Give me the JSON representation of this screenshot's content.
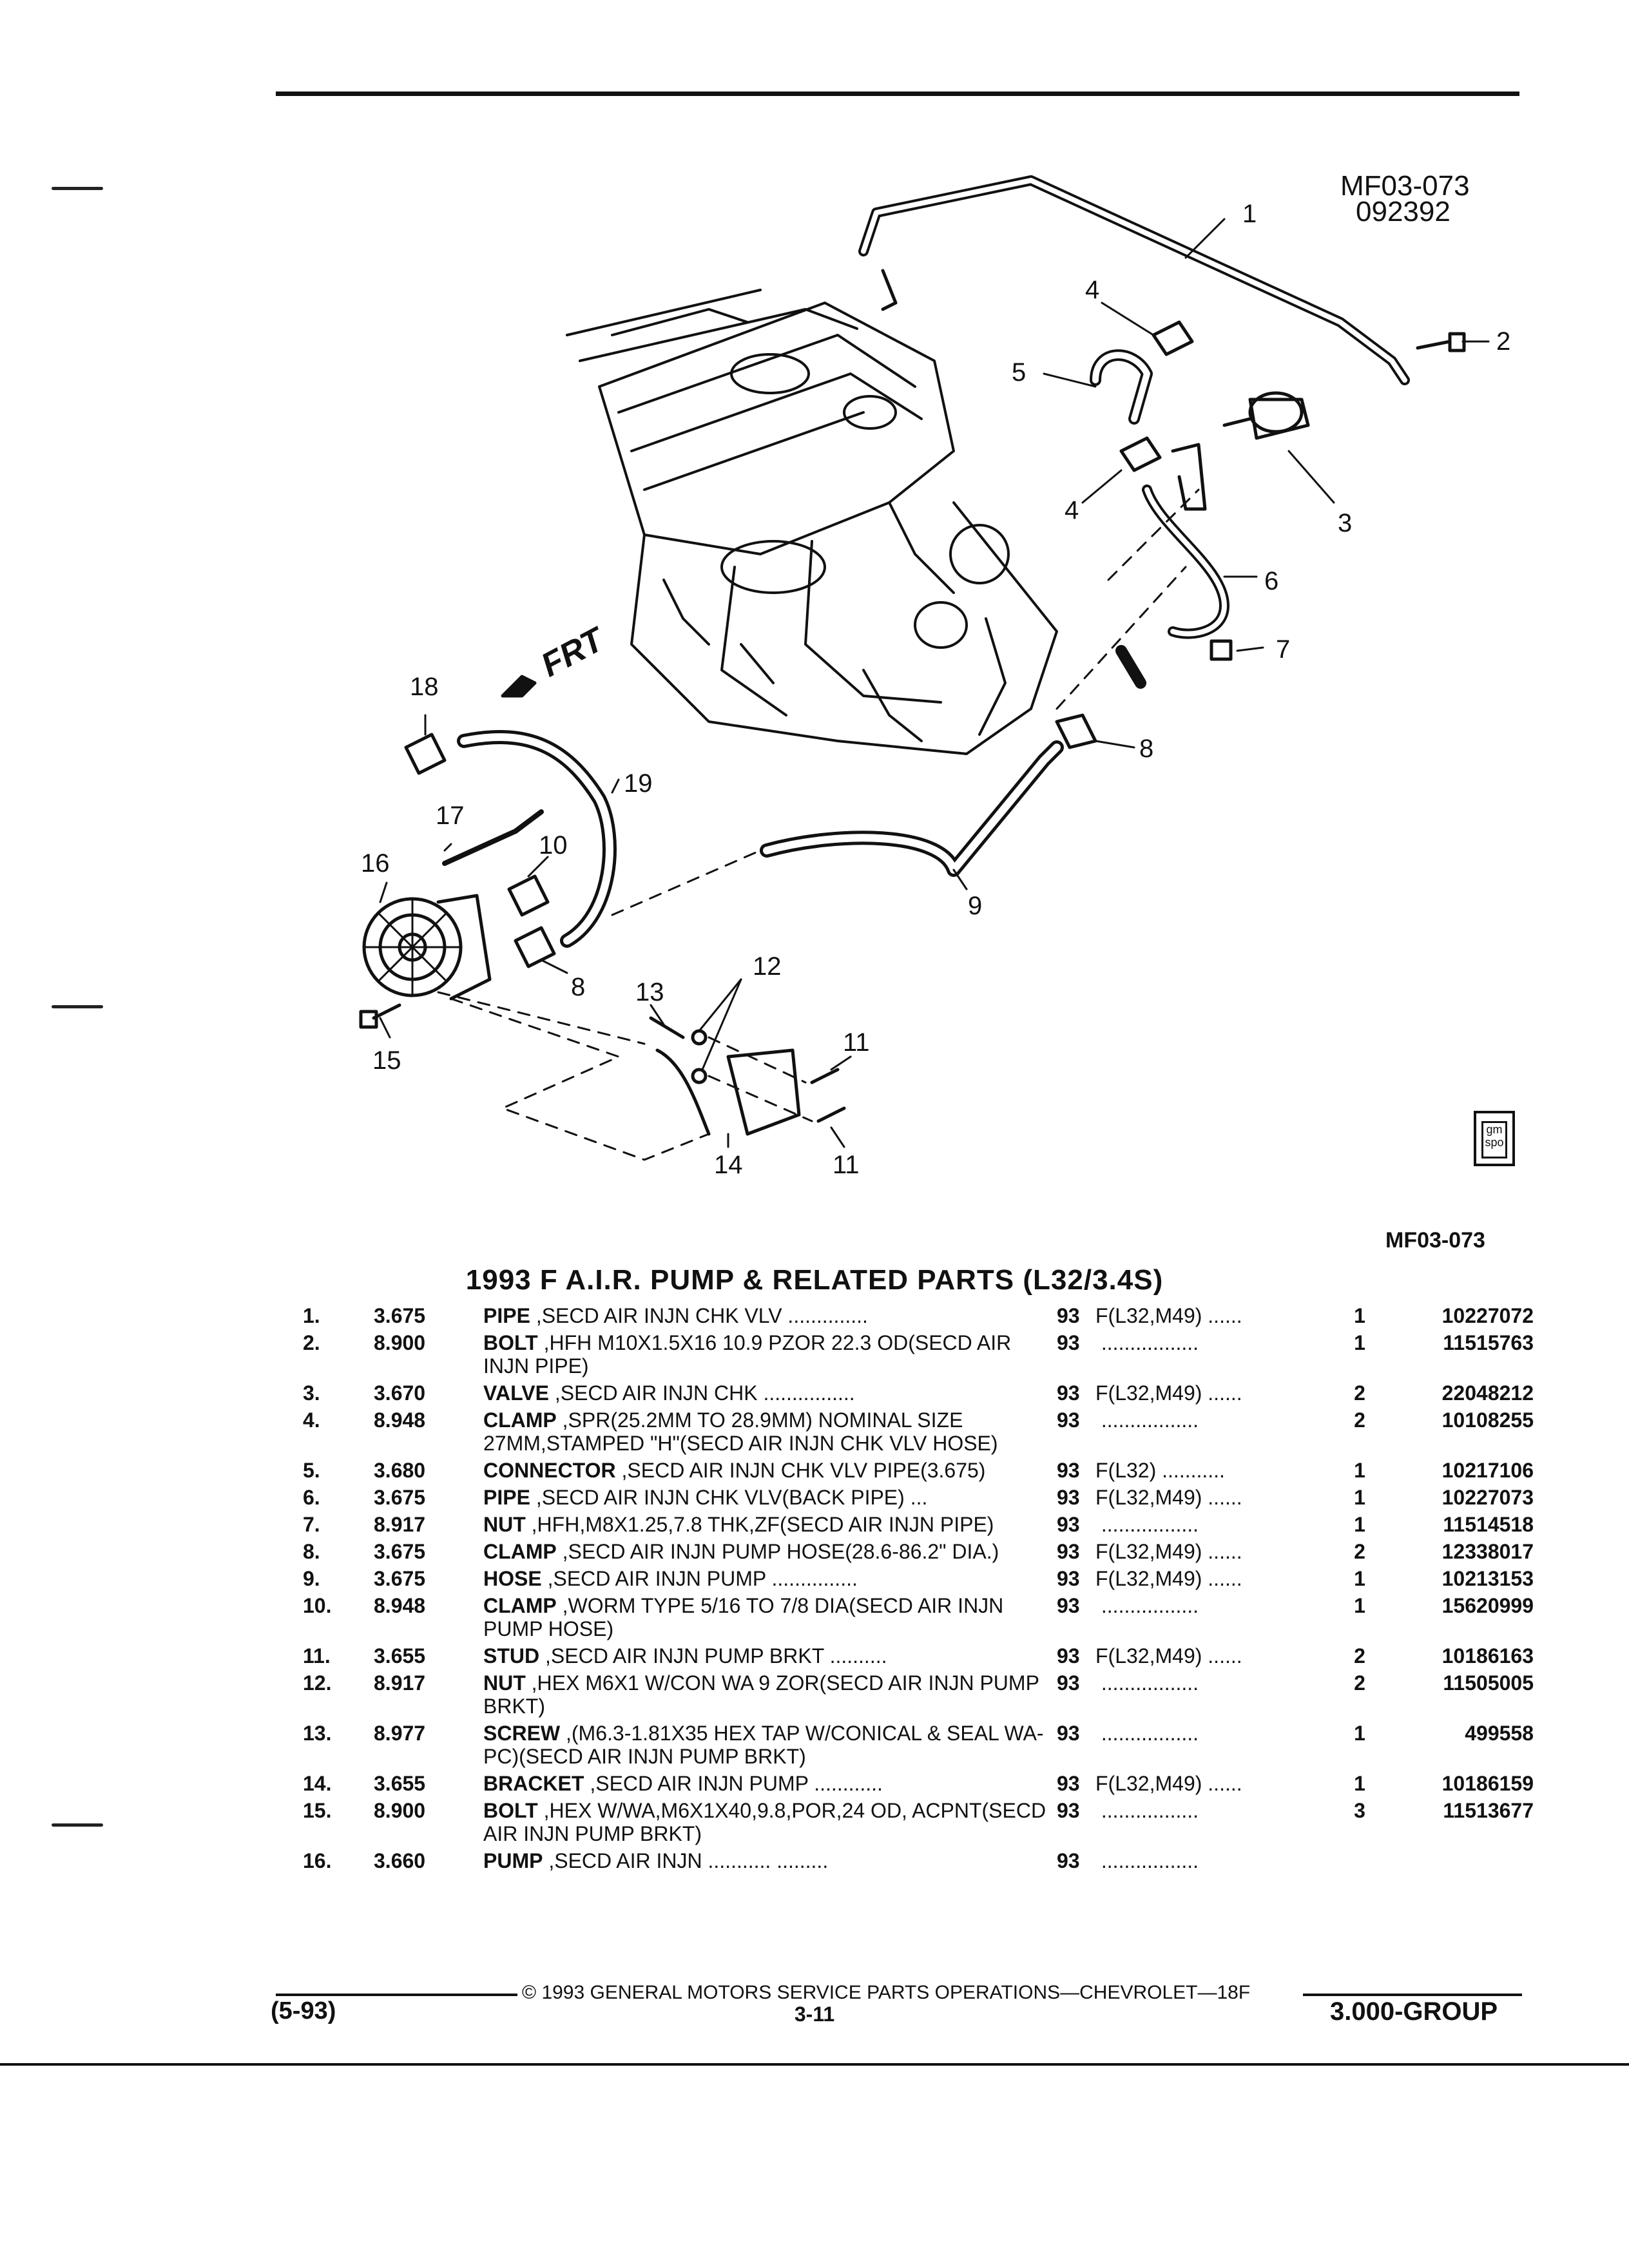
{
  "header": {
    "ref_code": "MF03-073",
    "ref_date": "092392",
    "ref_code_bottom": "MF03-073"
  },
  "diagram": {
    "front_label": "FRT",
    "callouts": [
      "1",
      "2",
      "3",
      "4",
      "4",
      "5",
      "6",
      "7",
      "8",
      "8",
      "9",
      "10",
      "11",
      "11",
      "12",
      "13",
      "14",
      "15",
      "16",
      "17",
      "18",
      "19"
    ],
    "logo_text": "gm spo"
  },
  "section_title": "1993 F A.I.R. PUMP & RELATED PARTS (L32/3.4S)",
  "parts": [
    {
      "item": "1.",
      "group": "3.675",
      "name": "PIPE",
      "desc": " ,SECD AIR INJN CHK VLV ..............",
      "year": "93",
      "app": "F(L32,M49) ......",
      "qty": "1",
      "part_no": "10227072"
    },
    {
      "item": "2.",
      "group": "8.900",
      "name": "BOLT",
      "desc": " ,HFH M10X1.5X16 10.9 PZOR 22.3 OD(SECD AIR INJN PIPE)",
      "year": "93",
      "app": " .................",
      "qty": "1",
      "part_no": "11515763"
    },
    {
      "item": "3.",
      "group": "3.670",
      "name": "VALVE",
      "desc": " ,SECD AIR INJN CHK ................",
      "year": "93",
      "app": "F(L32,M49) ......",
      "qty": "2",
      "part_no": "22048212"
    },
    {
      "item": "4.",
      "group": "8.948",
      "name": "CLAMP",
      "desc": " ,SPR(25.2MM TO 28.9MM) NOMINAL SIZE 27MM,STAMPED \"H\"(SECD AIR INJN CHK VLV HOSE)",
      "year": "93",
      "app": " .................",
      "qty": "2",
      "part_no": "10108255"
    },
    {
      "item": "5.",
      "group": "3.680",
      "name": "CONNECTOR",
      "desc": " ,SECD AIR INJN CHK VLV PIPE(3.675)",
      "year": "93",
      "app": "F(L32) ...........",
      "qty": "1",
      "part_no": "10217106"
    },
    {
      "item": "6.",
      "group": "3.675",
      "name": "PIPE",
      "desc": " ,SECD AIR INJN CHK VLV(BACK PIPE) ...",
      "year": "93",
      "app": "F(L32,M49) ......",
      "qty": "1",
      "part_no": "10227073"
    },
    {
      "item": "7.",
      "group": "8.917",
      "name": "NUT",
      "desc": " ,HFH,M8X1.25,7.8 THK,ZF(SECD AIR INJN PIPE)",
      "year": "93",
      "app": " .................",
      "qty": "1",
      "part_no": "11514518"
    },
    {
      "item": "8.",
      "group": "3.675",
      "name": "CLAMP",
      "desc": " ,SECD AIR INJN PUMP HOSE(28.6-86.2\" DIA.)",
      "year": "93",
      "app": "F(L32,M49) ......",
      "qty": "2",
      "part_no": "12338017"
    },
    {
      "item": "9.",
      "group": "3.675",
      "name": "HOSE",
      "desc": " ,SECD AIR INJN PUMP ...............",
      "year": "93",
      "app": "F(L32,M49) ......",
      "qty": "1",
      "part_no": "10213153"
    },
    {
      "item": "10.",
      "group": "8.948",
      "name": "CLAMP",
      "desc": " ,WORM TYPE 5/16 TO 7/8 DIA(SECD AIR INJN PUMP HOSE)",
      "year": "93",
      "app": " .................",
      "qty": "1",
      "part_no": "15620999"
    },
    {
      "item": "11.",
      "group": "3.655",
      "name": "STUD",
      "desc": " ,SECD AIR INJN PUMP BRKT ..........",
      "year": "93",
      "app": "F(L32,M49) ......",
      "qty": "2",
      "part_no": "10186163"
    },
    {
      "item": "12.",
      "group": "8.917",
      "name": "NUT",
      "desc": " ,HEX M6X1 W/CON WA 9 ZOR(SECD AIR INJN PUMP BRKT)",
      "year": "93",
      "app": " .................",
      "qty": "2",
      "part_no": "11505005"
    },
    {
      "item": "13.",
      "group": "8.977",
      "name": "SCREW",
      "desc": " ,(M6.3-1.81X35 HEX TAP W/CONICAL & SEAL WA-PC)(SECD AIR INJN PUMP BRKT)",
      "year": "93",
      "app": " .................",
      "qty": "1",
      "part_no": "499558"
    },
    {
      "item": "14.",
      "group": "3.655",
      "name": "BRACKET",
      "desc": " ,SECD AIR INJN PUMP ............",
      "year": "93",
      "app": "F(L32,M49) ......",
      "qty": "1",
      "part_no": "10186159"
    },
    {
      "item": "15.",
      "group": "8.900",
      "name": "BOLT",
      "desc": " ,HEX W/WA,M6X1X40,9.8,POR,24 OD, ACPNT(SECD AIR INJN PUMP BRKT)",
      "year": "93",
      "app": " .................",
      "qty": "3",
      "part_no": "11513677"
    },
    {
      "item": "16.",
      "group": "3.660",
      "name": "PUMP",
      "desc": " ,SECD AIR INJN ........... .........",
      "year": "93",
      "app": " .................",
      "qty": "",
      "part_no": ""
    }
  ],
  "footer": {
    "copyright": "© 1993 GENERAL MOTORS SERVICE PARTS OPERATIONS—CHEVROLET—18F",
    "date": "(5-93)",
    "page": "3-11",
    "group": "3.000-GROUP"
  }
}
